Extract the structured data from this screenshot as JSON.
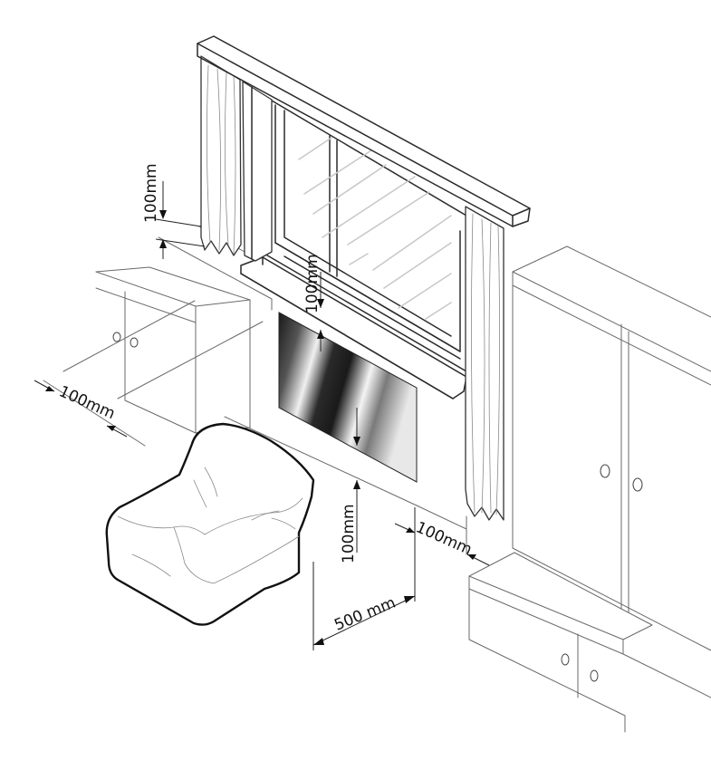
{
  "dimensions": {
    "top_above_shelf": "100mm",
    "shelf_to_heater": "100mm",
    "left_clearance": "100mm",
    "right_clearance": "100mm",
    "heater_to_seat": "100mm",
    "seat_distance": "500 mm"
  },
  "colors": {
    "heater_dark": "#1a1a1a",
    "heater_light": "#f2f2f2",
    "line": "#6a6a6a",
    "outline": "#111111"
  }
}
